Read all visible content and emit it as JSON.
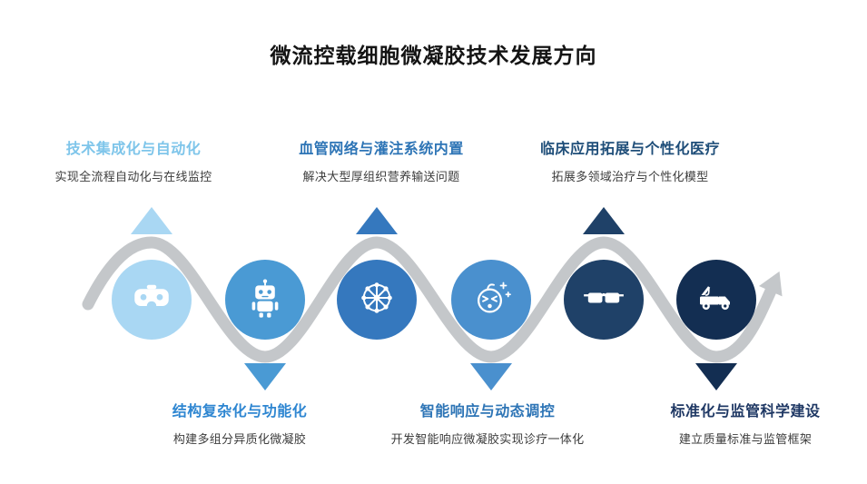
{
  "title": "微流控载细胞微凝胶技术发展方向",
  "stages": [
    {
      "index": 1,
      "position": "top",
      "heading": "技术集成化与自动化",
      "subtitle": "实现全流程自动化与在线监控",
      "heading_color": "#7EC5EA",
      "node_color": "#A9D7F3",
      "icon": "vr-headset-icon"
    },
    {
      "index": 2,
      "position": "bottom",
      "heading": "结构复杂化与功能化",
      "subtitle": "构建多组分异质化微凝胶",
      "heading_color": "#2E86D1",
      "node_color": "#4A9AD4",
      "icon": "robot-icon"
    },
    {
      "index": 3,
      "position": "top",
      "heading": "血管网络与灌注系统内置",
      "subtitle": "解决大型厚组织营养输送问题",
      "heading_color": "#2E75B6",
      "node_color": "#3578BE",
      "icon": "ferris-wheel-icon"
    },
    {
      "index": 4,
      "position": "bottom",
      "heading": "智能响应与动态调控",
      "subtitle": "开发智能响应微凝胶实现诊疗一体化",
      "heading_color": "#2E75B6",
      "node_color": "#4A90CE",
      "icon": "angry-face-icon"
    },
    {
      "index": 5,
      "position": "top",
      "heading": "临床应用拓展与个性化医疗",
      "subtitle": "拓展多领域治疗与个性化模型",
      "heading_color": "#1F4E79",
      "node_color": "#1F4168",
      "icon": "glasses-icon"
    },
    {
      "index": 6,
      "position": "bottom",
      "heading": "标准化与监管科学建设",
      "subtitle": "建立质量标准与监管框架",
      "heading_color": "#1F3864",
      "node_color": "#132E52",
      "icon": "tow-truck-icon"
    }
  ],
  "palette": {
    "path_gray": "#C4C7CA",
    "subtitle_color": "#3D3D3D",
    "background": "#FFFFFF"
  }
}
